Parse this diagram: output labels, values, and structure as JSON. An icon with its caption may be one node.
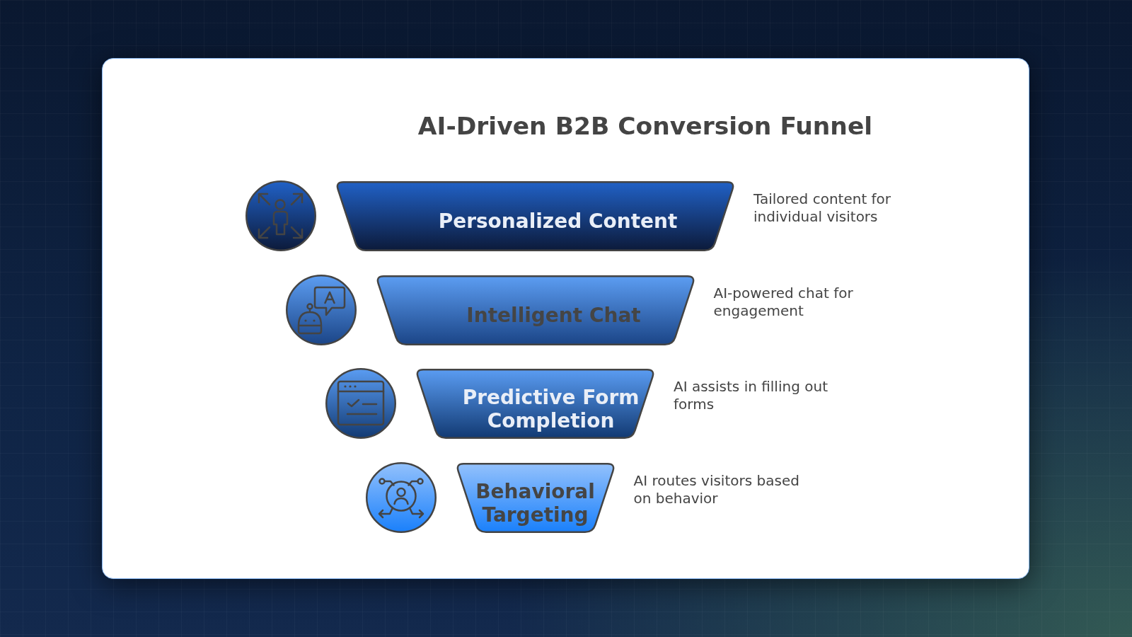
{
  "diagram": {
    "title": "AI-Driven B2B Conversion Funnel",
    "nodes": [
      {
        "text": [
          "Personalized Content"
        ],
        "beside": [
          "Tailored content for individual visitors"
        ]
      },
      {
        "text": [
          "Intelligent Chat"
        ],
        "beside": [
          "AI-powered chat for engagement"
        ]
      },
      {
        "text": [
          "Predictive Form Completion"
        ],
        "beside": [
          "AI assists in filling out forms"
        ]
      },
      {
        "text": [
          "Behavioral Targeting"
        ],
        "beside": [
          "AI routes visitors based on behavior"
        ]
      }
    ]
  }
}
